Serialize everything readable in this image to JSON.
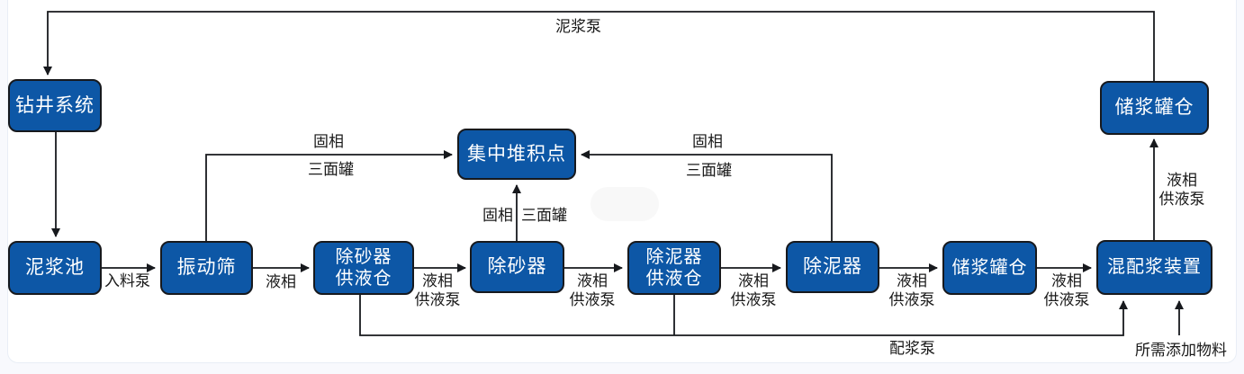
{
  "colors": {
    "node_fill": "#0d57a6",
    "node_border": "#17191d",
    "node_text": "#ffffff",
    "line": "#17191d",
    "label_text": "#1a1a1a",
    "canvas": "#ffffff",
    "page_bg": "#f8f9fd"
  },
  "nodes": {
    "drilling_system": {
      "label": "钻井系统"
    },
    "mud_pit": {
      "label": "泥浆池"
    },
    "shale_shaker": {
      "label": "振动筛"
    },
    "desander_supply": {
      "line1": "除砂器",
      "line2": "供液仓"
    },
    "desander": {
      "label": "除砂器"
    },
    "desilter_supply": {
      "line1": "除泥器",
      "line2": "供液仓"
    },
    "desilter": {
      "label": "除泥器"
    },
    "storage_tank": {
      "label": "储浆罐仓"
    },
    "mixing_device": {
      "label": "混配浆装置"
    },
    "storage_tank_top": {
      "label": "储浆罐仓"
    },
    "accumulation_point": {
      "label": "集中堆积点"
    }
  },
  "edge_labels": {
    "mud_pump": "泥浆泵",
    "feed_pump": "入料泵",
    "liquid_phase": "液相",
    "liquid_supply_pump": "供液泵",
    "solid_phase": "固相",
    "three_side_tank": "三面罐",
    "mixing_pump": "配浆泵",
    "materials": "所需添加物料"
  }
}
